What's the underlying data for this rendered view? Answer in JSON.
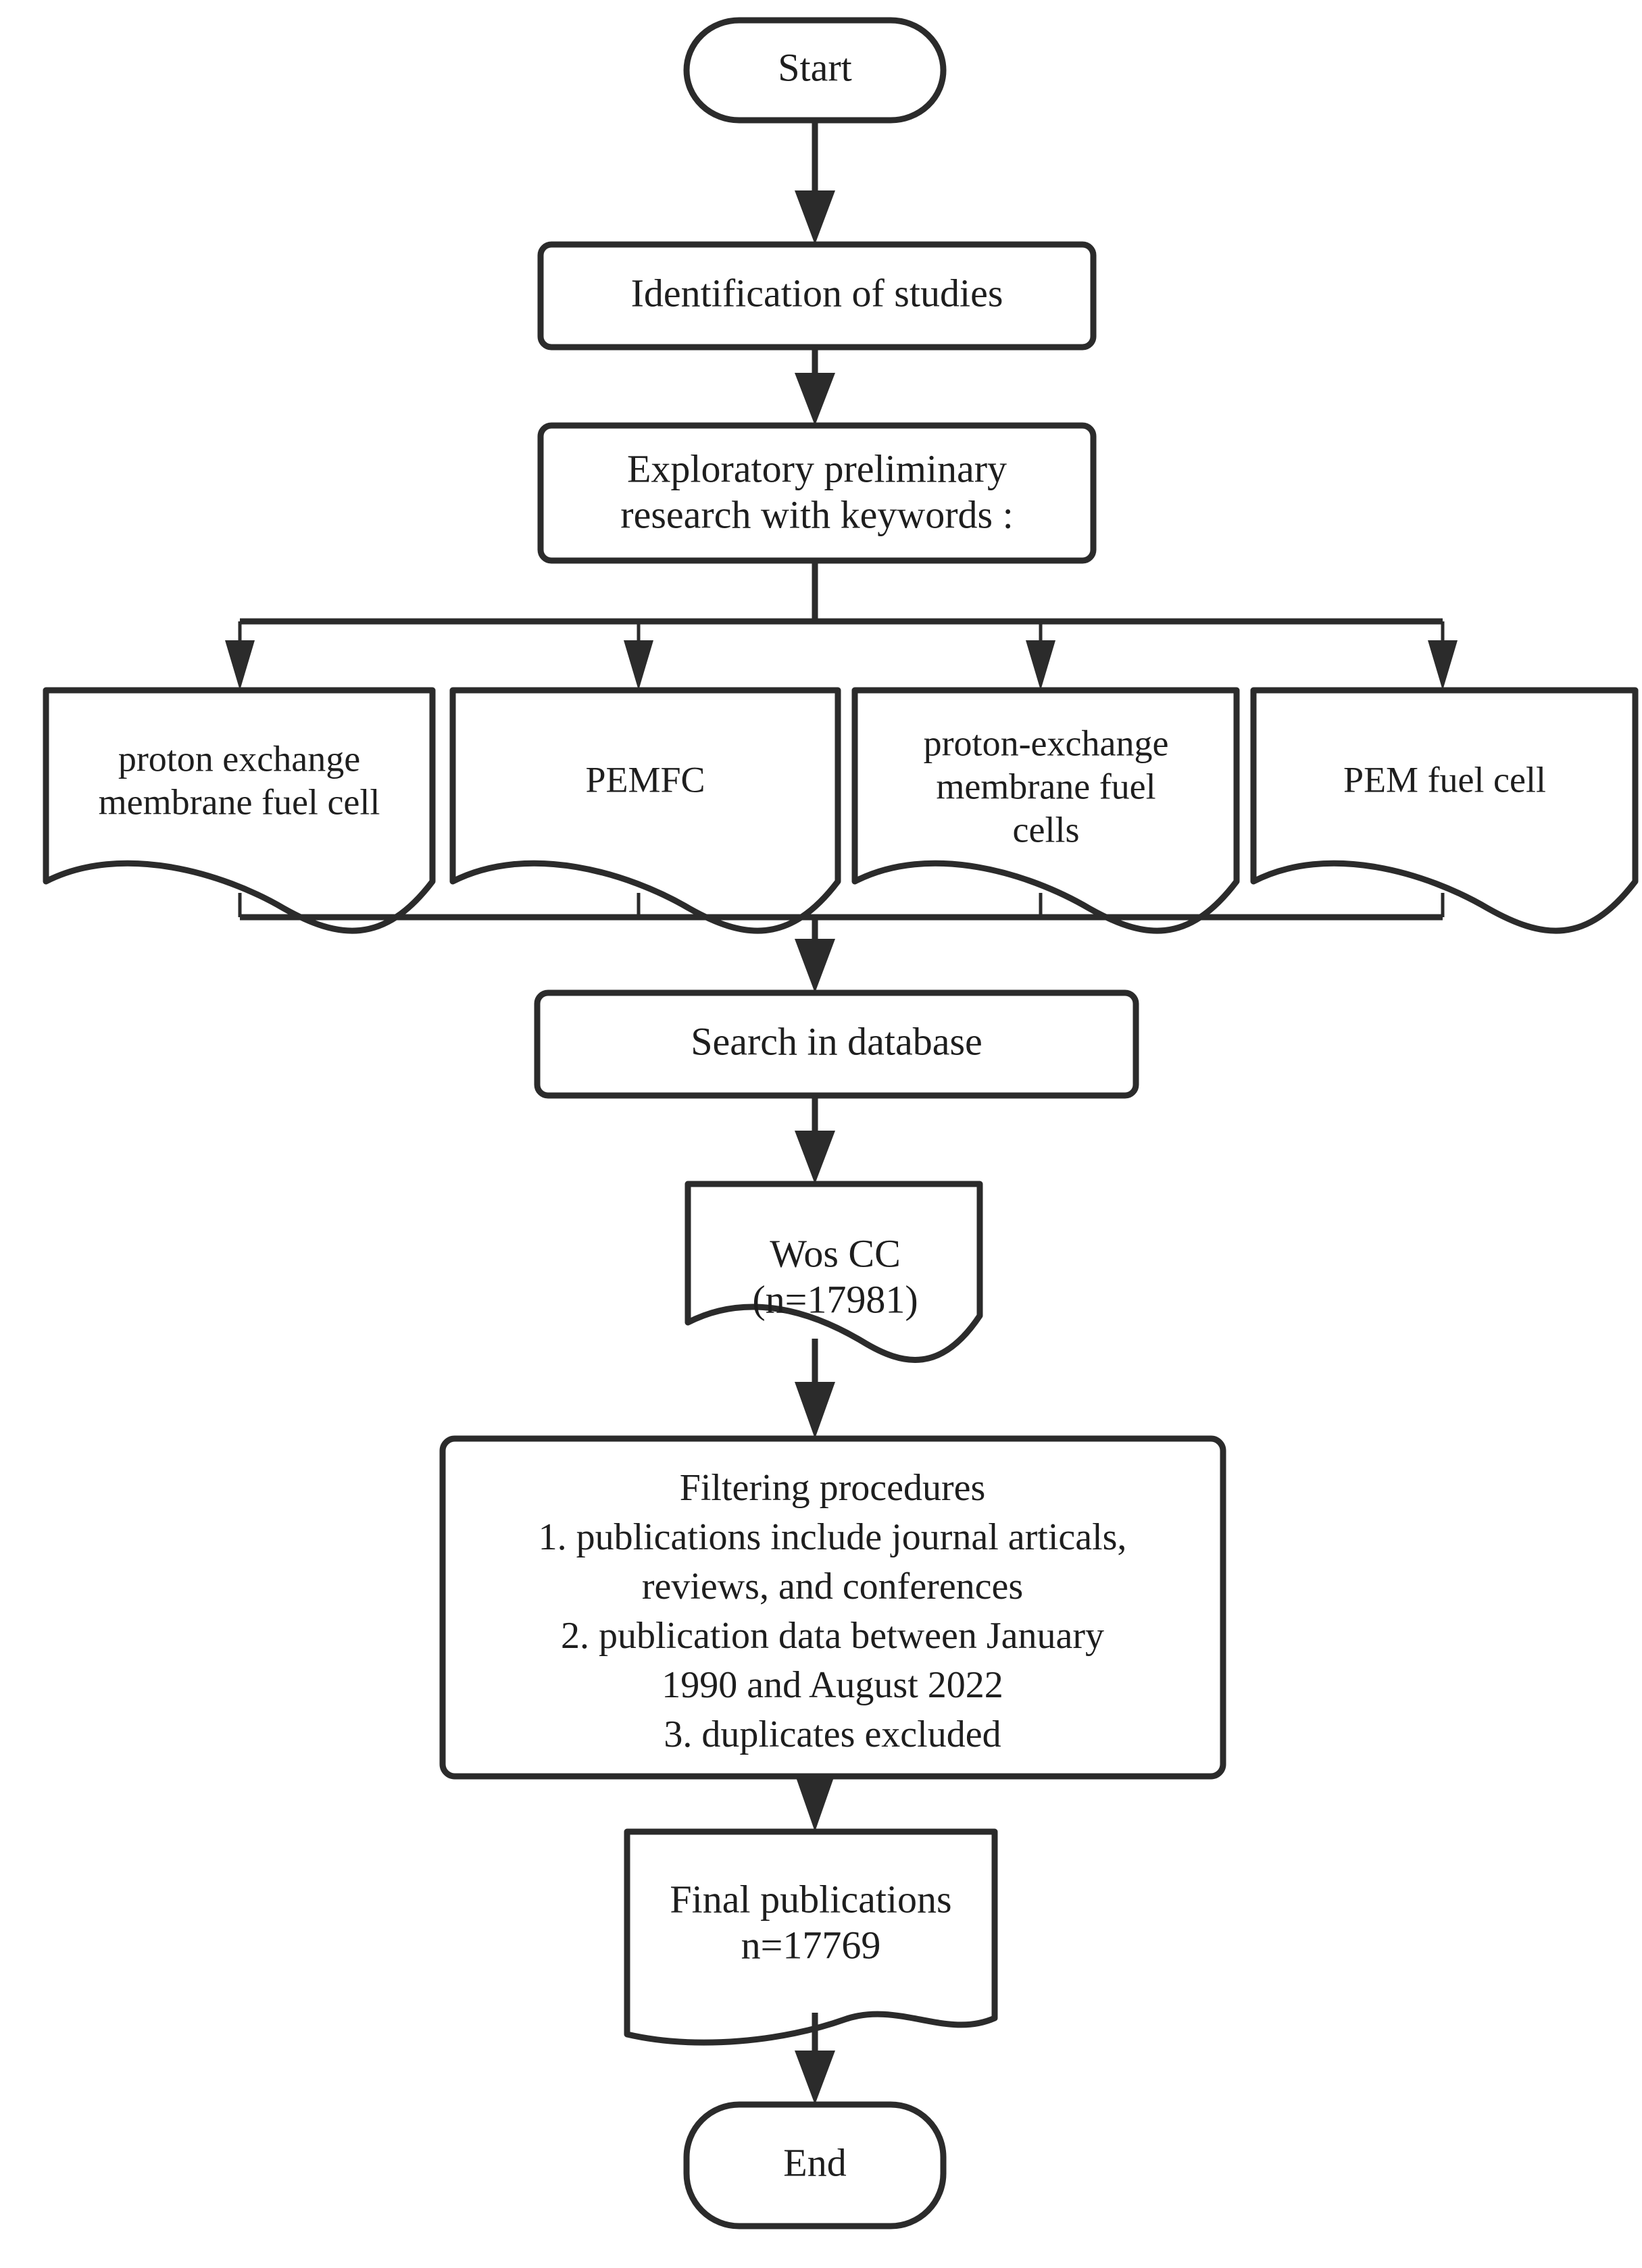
{
  "diagram": {
    "title": "PEMFC literature search flowchart",
    "stroke_color": "#2b2b2b",
    "fill_color": "#ffffff",
    "text_color": "#1e1e1e"
  },
  "nodes": {
    "start": {
      "label": "Start",
      "shape": "terminator"
    },
    "identification": {
      "label": "Identification of studies",
      "shape": "process"
    },
    "exploratory": {
      "shape": "process",
      "line1": "Exploratory preliminary",
      "line2": "research with keywords :"
    },
    "keywords": [
      {
        "shape": "document",
        "line1": "proton exchange",
        "line2": "membrane fuel cell",
        "line3": ""
      },
      {
        "shape": "document",
        "line1": "PEMFC",
        "line2": "",
        "line3": ""
      },
      {
        "shape": "document",
        "line1": "proton-exchange",
        "line2": "membrane fuel",
        "line3": "cells"
      },
      {
        "shape": "document",
        "line1": "PEM fuel cell",
        "line2": "",
        "line3": ""
      }
    ],
    "search": {
      "label": "Search in database",
      "shape": "process"
    },
    "wos": {
      "shape": "document",
      "line1": "Wos CC",
      "line2": "(n=17981)"
    },
    "filtering": {
      "shape": "process",
      "line1": "Filtering procedures",
      "line2": "1. publications include journal articals,",
      "line3": "reviews, and conferences",
      "line4": "2. publication data between January",
      "line5": "1990 and August 2022",
      "line6": "3. duplicates excluded"
    },
    "final": {
      "shape": "document",
      "line1": "Final publications",
      "line2": "n=17769"
    },
    "end": {
      "label": "End",
      "shape": "terminator"
    }
  }
}
